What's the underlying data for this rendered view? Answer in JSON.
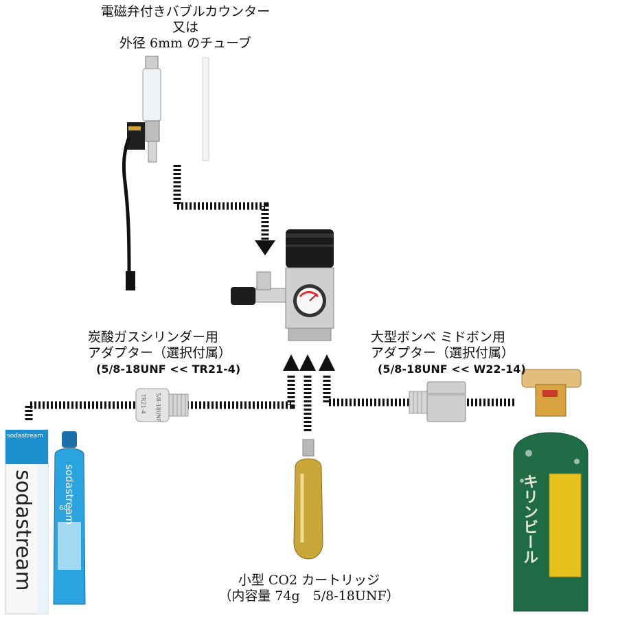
{
  "colors": {
    "background": "#ffffff",
    "arrow": "#111111",
    "tank_green": "#1f6b46",
    "tank_label_yellow": "#e7c21f",
    "cartridge_gold": "#c9a53a",
    "sodastream_blue": "#1d8fcf",
    "brass": "#d9a440"
  },
  "bubble_counter": {
    "title_line1": "電磁弁付きバブルカウンター",
    "title_line2": "又は",
    "title_line3": "外径 6mm のチューブ"
  },
  "left_adapter": {
    "line1": "炭酸ガスシリンダー用",
    "line2": "アダプター（選択付属）",
    "spec": "(5/8-18UNF << TR21-4)",
    "body_mark1": "TR21-4",
    "body_mark2": "5/8-18UNF"
  },
  "right_adapter": {
    "line1": "大型ボンベ ミドボン用",
    "line2": "アダプター（選択付属）",
    "spec": "(5/8-18UNF << W22-14)"
  },
  "cartridge": {
    "line1": "小型 CO2 カートリッジ",
    "line2": "（内容量 74g　5/8-18UNF）"
  },
  "sodastream": {
    "brand": "sodastream",
    "box_word": "sodastream",
    "bottle_word": "sodastream",
    "capacity": "60L"
  },
  "tank": {
    "side_text": "キリンビール"
  },
  "icons": {
    "regulator": "pressure-regulator-icon",
    "gauge": "pressure-gauge-icon",
    "solenoid": "solenoid-valve-icon",
    "tube": "tube-icon",
    "cartridge": "co2-cartridge-icon",
    "cylinder": "gas-cylinder-icon"
  }
}
